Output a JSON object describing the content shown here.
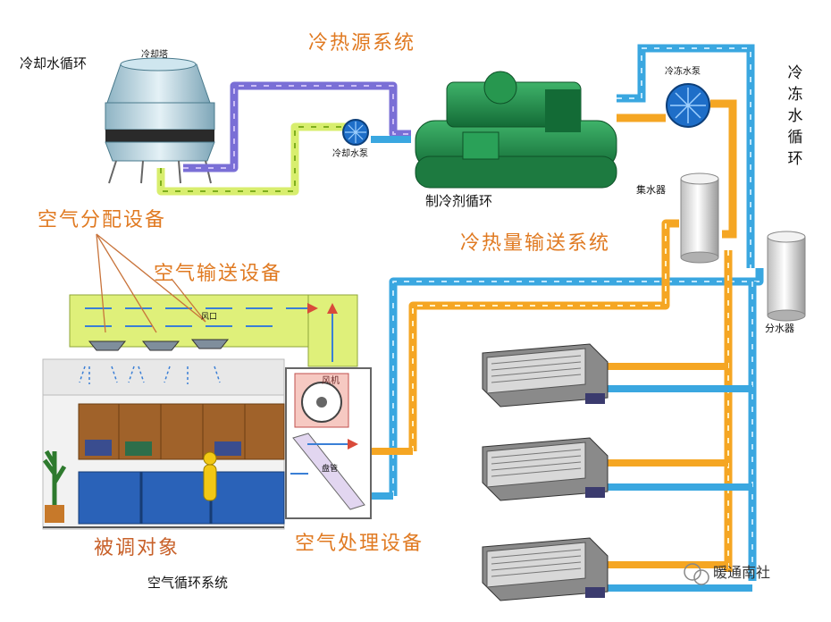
{
  "labels": {
    "cooling_water_loop": "冷却水循环",
    "cooling_tower": "冷却塔",
    "source_system": "冷热源系统",
    "chilled_pump": "冷冻水泵",
    "chilled_loop": "冷冻水循环",
    "cooling_pump": "冷却水泵",
    "refrigerant_loop": "制冷剂循环",
    "collector": "集水器",
    "air_distribution": "空气分配设备",
    "heat_transport": "冷热量输送系统",
    "distributor": "分水器",
    "air_conveying": "空气输送设备",
    "diffuser": "风口",
    "fan": "风机",
    "coil": "盘管",
    "conditioned_object": "被调对象",
    "air_handling": "空气处理设备",
    "air_loop": "空气循环系统",
    "watermark": "暖通南社"
  },
  "colors": {
    "accent_orange": "#e07a22",
    "supply_blue": "#3aa7e0",
    "return_orange": "#f5a623",
    "cooling_purple": "#7a6fd6",
    "cooling_green": "#d8ee6e",
    "chiller_green": "#1f8a4a",
    "duct_yellow": "#dff07a"
  }
}
